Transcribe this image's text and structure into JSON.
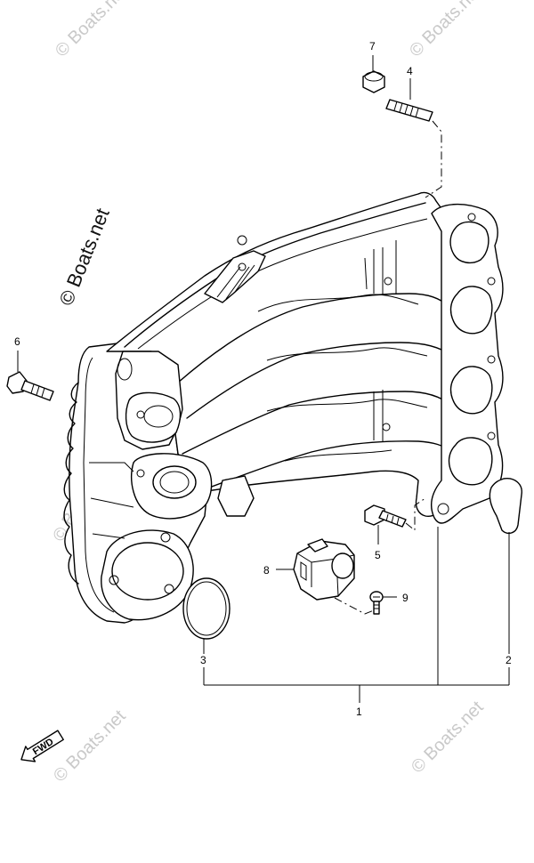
{
  "diagram": {
    "callouts": {
      "c1": "1",
      "c2": "2",
      "c3": "3",
      "c4": "4",
      "c5": "5",
      "c6": "6",
      "c7": "7",
      "c8": "8",
      "c9": "9"
    },
    "fwd_label": "FWD",
    "watermark_main": "© Boats.net",
    "watermark_faint": "© Boats.net"
  }
}
